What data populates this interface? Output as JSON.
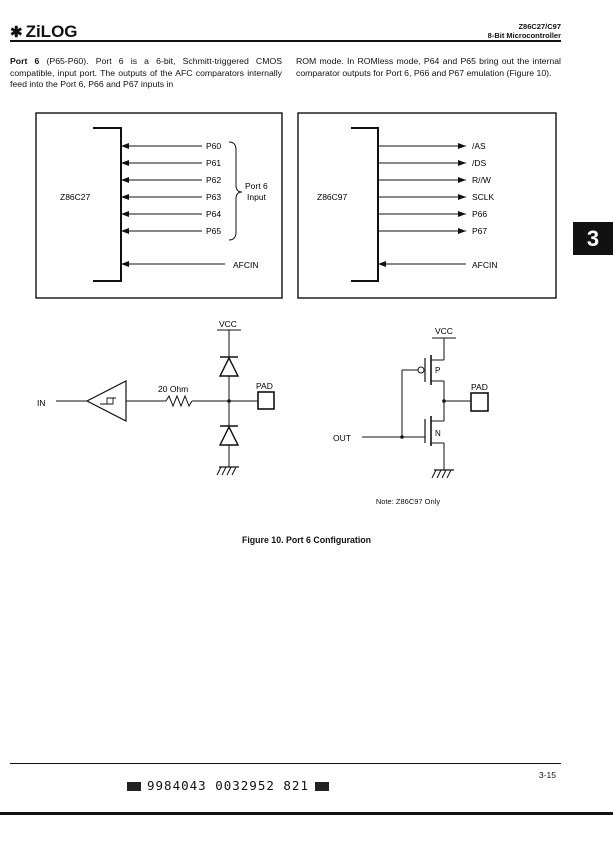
{
  "header": {
    "logo_text": "ZiLOG",
    "part_number": "Z86C27/C97",
    "device_title": "8-Bit Microcontroller"
  },
  "body": {
    "left_heading": "Port 6",
    "left_text": " (P65-P60). Port 6 is a 6-bit, Schmitt-triggered CMOS compatible, input port. The outputs of the AFC comparators internally feed into the Port 6, P66 and P67 inputs in",
    "right_text": "ROM mode. In ROMless mode, P64 and P65 bring out the internal comparator outputs for Port 6, P66 and P67 emulation (Figure 10)."
  },
  "diagram_left": {
    "chip": "Z86C27",
    "pins": [
      "P60",
      "P61",
      "P62",
      "P63",
      "P64",
      "P65"
    ],
    "brace_label_1": "Port 6",
    "brace_label_2": "Input",
    "afc": "AFCIN"
  },
  "diagram_right": {
    "chip": "Z86C97",
    "pins": [
      "/AS",
      "/DS",
      "R//W",
      "SCLK",
      "P66",
      "P67"
    ],
    "afc": "AFCIN"
  },
  "schematic_left": {
    "vcc": "VCC",
    "in": "IN",
    "resistor": "20 Ohm",
    "pad": "PAD"
  },
  "schematic_right": {
    "vcc": "VCC",
    "out": "OUT",
    "p_label": "P",
    "n_label": "N",
    "pad": "PAD"
  },
  "note": "Note: Z86C97 Only",
  "caption": "Figure 10.  Port 6 Configuration",
  "section_tab": "3",
  "footer": {
    "page_number": "3-15",
    "barcode_digits": "9984043 0032952 821"
  }
}
